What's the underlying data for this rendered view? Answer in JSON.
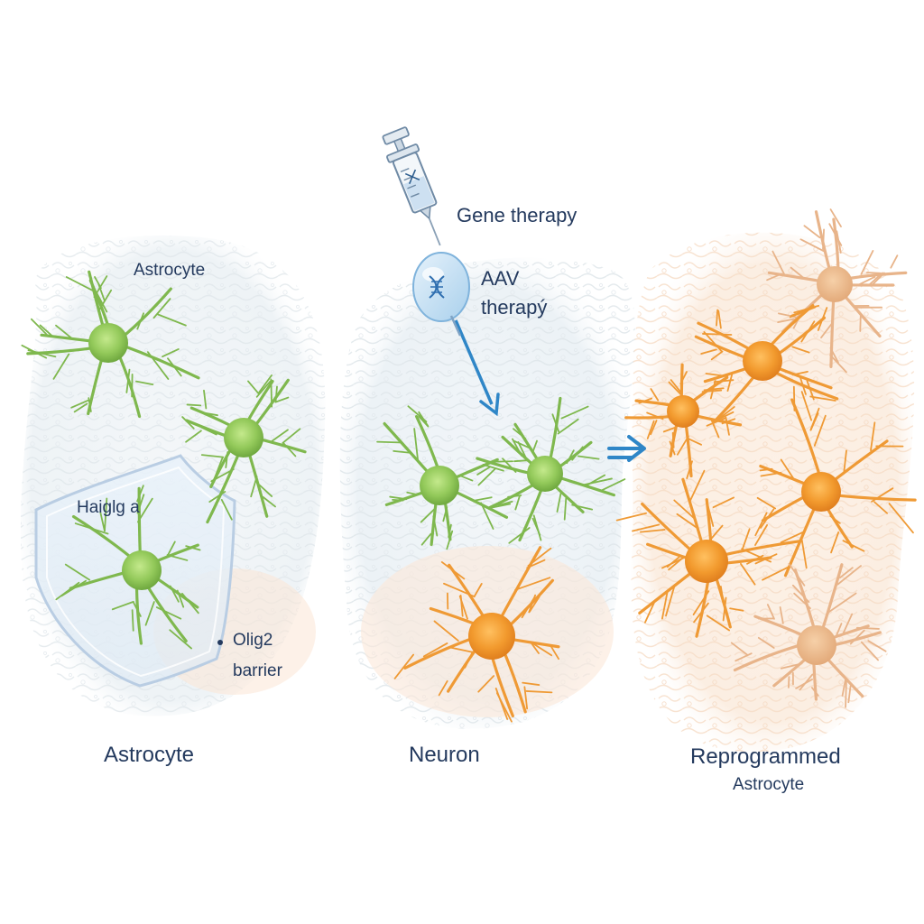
{
  "colors": {
    "astrocyte_green": "#7fb84e",
    "astrocyte_green_body": "#9bd262",
    "neuron_orange": "#ef9a35",
    "neuron_orange_body": "#f3a23a",
    "faded_orange": "#e8b48a",
    "arrow_blue": "#2f86c7",
    "label_navy": "#243a5e",
    "shield_edge": "#b9cde3",
    "tissue_gray": "#e6ebef"
  },
  "labels": {
    "panel1_astrocyte_top": "Astrocyte",
    "shield_label": "Haiglɡ a",
    "olig2": "Olig2",
    "barrier": "barrier",
    "gene_therapy": "Gene therapy",
    "aav": "AAV",
    "therapy": "therapý",
    "panel1_caption": "Astrocyte",
    "panel2_caption": "Neuron",
    "panel3_caption_line1": "Reprogrammed",
    "panel3_caption_line2": "Astrocyte"
  },
  "icons": [
    "syringe-icon",
    "aav-capsule-icon",
    "dna-icon",
    "transition-arrow-icon",
    "shield-icon"
  ]
}
